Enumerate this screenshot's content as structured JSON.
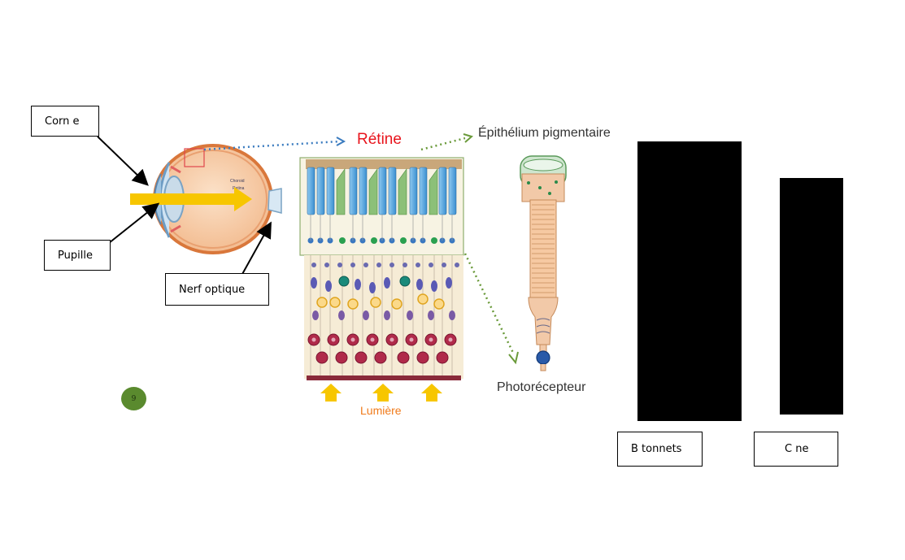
{
  "labels": {
    "cornee": "Corn e",
    "pupille": "Pupille",
    "nerf_optique": "Nerf optique",
    "batonnets": "B tonnets",
    "cone": "C ne"
  },
  "figure": {
    "retine_title": "Rétine",
    "epithelium": "Épithélium pigmentaire",
    "photorecepteur": "Photorécepteur",
    "lumiere": "Lumière",
    "eye_choroid": "Choroid",
    "eye_retina": "Retina"
  },
  "slide_number": "9",
  "colors": {
    "retine_title": "#e8141c",
    "lumiere": "#f07a1a",
    "light_arrow": "#f7c600",
    "dotted_blue": "#3a7bbf",
    "dotted_green": "#6a9a3a"
  }
}
